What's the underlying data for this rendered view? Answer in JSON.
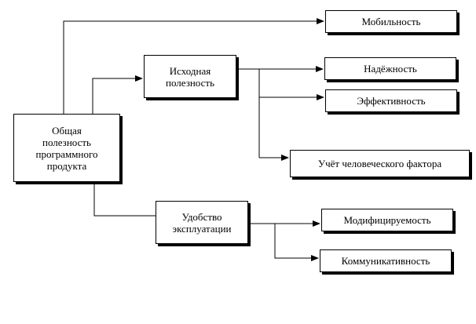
{
  "diagram": {
    "nodes": {
      "root": "Общая\nполезность\nпрограммного\nпродукта",
      "initial_utility": "Исходная\nполезность",
      "usability": "Удобство\nэксплуатации",
      "mobility": "Мобильность",
      "reliability": "Надёжность",
      "efficiency": "Эффективность",
      "human_factor": "Учёт человеческого фактора",
      "modifiability": "Модифицируемость",
      "communicativeness": "Коммуникативность"
    },
    "edges": [
      {
        "from": "root",
        "to": "mobility"
      },
      {
        "from": "root",
        "to": "initial_utility"
      },
      {
        "from": "root",
        "to": "usability"
      },
      {
        "from": "initial_utility",
        "to": "reliability"
      },
      {
        "from": "initial_utility",
        "to": "efficiency"
      },
      {
        "from": "initial_utility",
        "to": "human_factor"
      },
      {
        "from": "usability",
        "to": "modifiability"
      },
      {
        "from": "usability",
        "to": "communicativeness"
      }
    ],
    "colors": {
      "line": "#000000",
      "box_border": "#000000",
      "box_fill": "#ffffff",
      "text": "#000000"
    }
  }
}
